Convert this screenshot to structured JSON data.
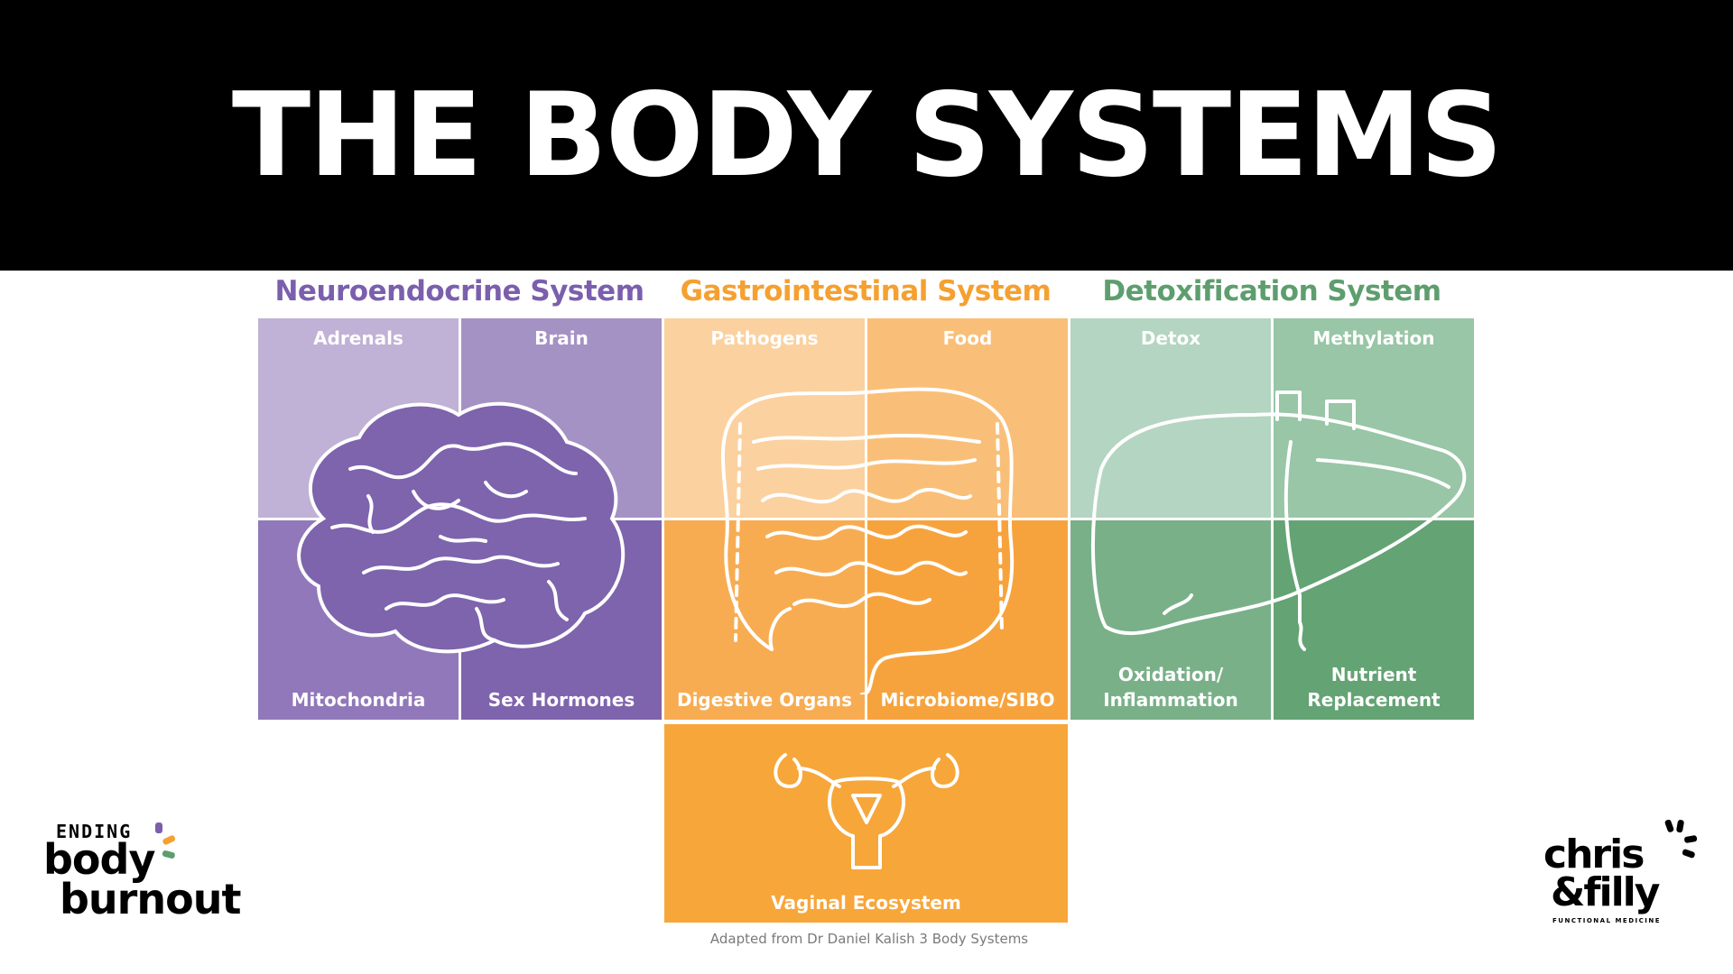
{
  "title": "THE BODY SYSTEMS",
  "systems": [
    {
      "name": "Neuroendocrine System",
      "color": "#7b5fad",
      "cells": [
        "Adrenals",
        "Brain",
        "Mitochondria",
        "Sex Hormones"
      ],
      "fills": [
        "#c0b1d6",
        "#a592c4",
        "#9178ba",
        "#7e63ad"
      ]
    },
    {
      "name": "Gastrointestinal System",
      "color": "#f5a030",
      "cells": [
        "Pathogens",
        "Food",
        "Digestive Organs",
        "Microbiome/SIBO",
        "Vaginal Ecosystem"
      ],
      "fills": [
        "#fbd1a0",
        "#f9bf78",
        "#f7ac52",
        "#f7a33d",
        "#f7a63a"
      ]
    },
    {
      "name": "Detoxification System",
      "color": "#5e9e6e",
      "cells": [
        "Detox",
        "Methylation",
        "Oxidation/\nInflammation",
        "Nutrient\nReplacement"
      ],
      "fills": [
        "#b4d5c1",
        "#98c6a6",
        "#79b088",
        "#64a374"
      ]
    }
  ],
  "credit": "Adapted from Dr Daniel Kalish 3 Body Systems",
  "logo_left": {
    "line1": "ENDING",
    "line2": "body",
    "line3": "burnout"
  },
  "logo_right": {
    "line1": "chris",
    "line2": "&filly",
    "line3": "FUNCTIONAL MEDICINE"
  },
  "icons": [
    "brain-icon",
    "intestines-icon",
    "liver-icon",
    "uterus-icon"
  ]
}
